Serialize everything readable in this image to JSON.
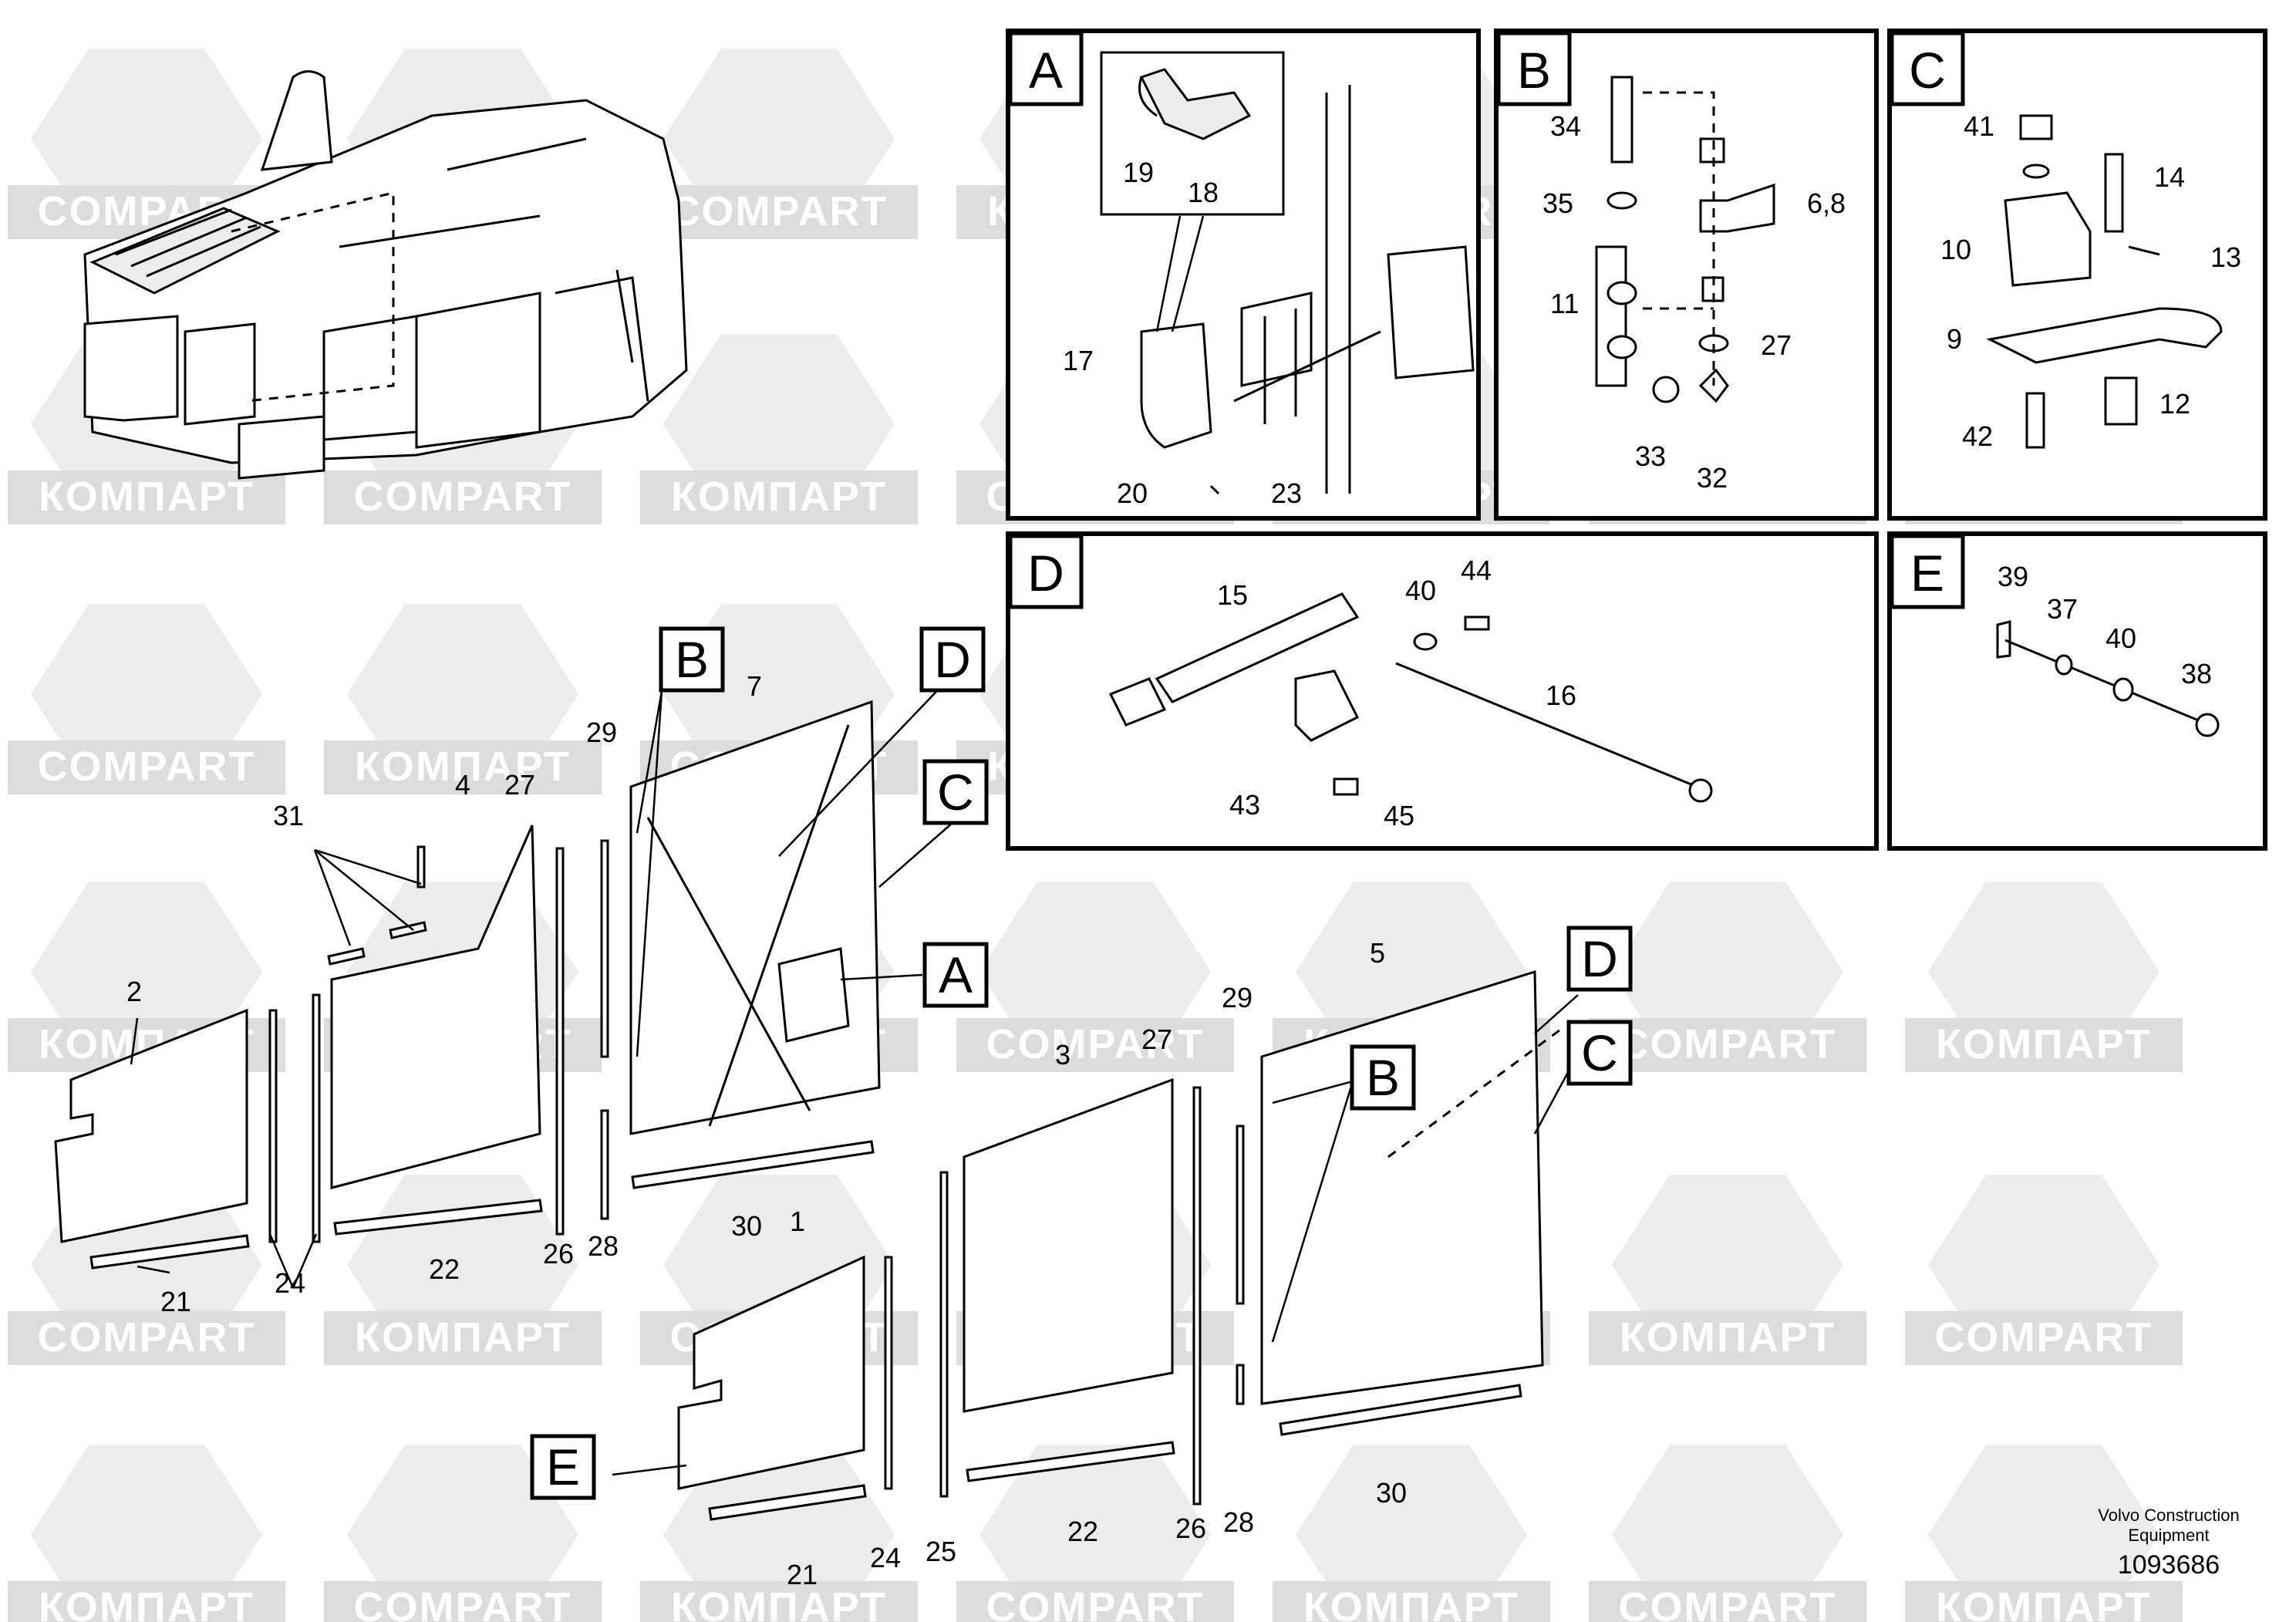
{
  "watermark": {
    "texts": [
      "COMPART",
      "КОМПАРТ"
    ],
    "color": "#dcdcdc"
  },
  "panels": {
    "A": {
      "letter": "A",
      "labels": [
        "19",
        "18",
        "17",
        "20",
        "23"
      ]
    },
    "B": {
      "letter": "B",
      "labels": [
        "34",
        "35",
        "6,8",
        "11",
        "27",
        "33",
        "32"
      ]
    },
    "C": {
      "letter": "C",
      "labels": [
        "41",
        "14",
        "10",
        "13",
        "9",
        "12",
        "42"
      ]
    },
    "D": {
      "letter": "D",
      "labels": [
        "15",
        "40",
        "44",
        "16",
        "43",
        "45"
      ]
    },
    "E": {
      "letter": "E",
      "labels": [
        "39",
        "37",
        "40",
        "38"
      ]
    }
  },
  "callouts": {
    "b1": "B",
    "d1": "D",
    "c1": "C",
    "a1": "A",
    "d2": "D",
    "c2": "C",
    "b2": "B",
    "e1": "E"
  },
  "parts": {
    "p2": "2",
    "p31": "31",
    "p4": "4",
    "p29a": "29",
    "p27a": "27",
    "p7": "7",
    "p21a": "21",
    "p24a": "24",
    "p22a": "22",
    "p26a": "26",
    "p28a": "28",
    "p30a": "30",
    "p3": "3",
    "p1": "1",
    "p29b": "29",
    "p27b": "27",
    "p5": "5",
    "p21b": "21",
    "p24b": "24",
    "p25": "25",
    "p22b": "22",
    "p26b": "26",
    "p28b": "28",
    "p30b": "30"
  },
  "footer": {
    "brand_line1": "Volvo Construction",
    "brand_line2": "Equipment",
    "drawing_number": "1093686"
  }
}
